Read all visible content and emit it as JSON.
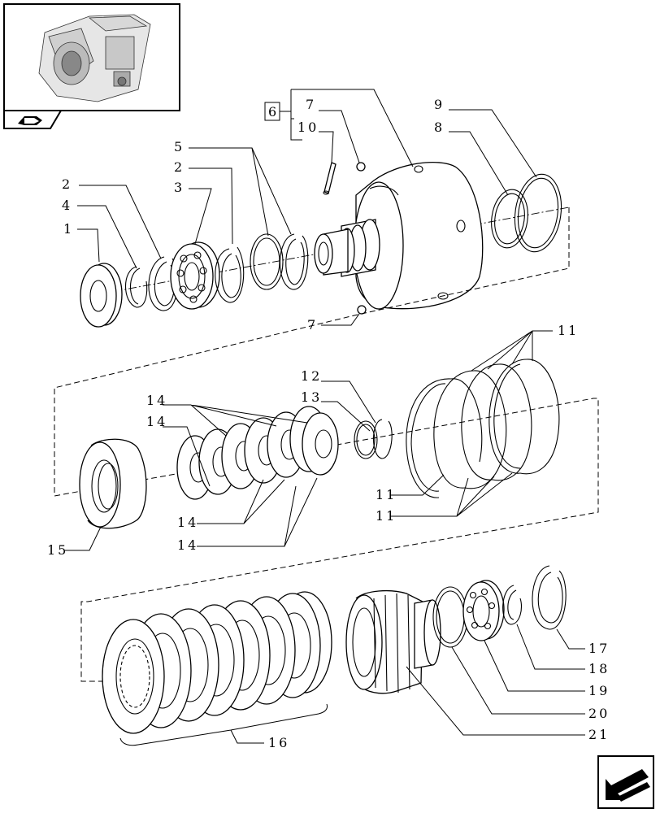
{
  "callouts": {
    "c1": "1",
    "c2a": "2",
    "c2b": "2",
    "c3": "3",
    "c4": "4",
    "c5": "5",
    "c6": "6",
    "c7a": "7",
    "c7b": "7",
    "c8": "8",
    "c9": "9",
    "c10": "10",
    "c11a": "11",
    "c11b": "11",
    "c11c": "11",
    "c12": "12",
    "c13": "13",
    "c14a": "14",
    "c14b": "14",
    "c14c": "14",
    "c14d": "14",
    "c15": "15",
    "c16": "16",
    "c17": "17",
    "c18": "18",
    "c19": "19",
    "c20": "20",
    "c21": "21"
  },
  "icons": {
    "thumbnail": "transmission-housing-thumbnail",
    "tab": "book-tab-icon",
    "nav": "next-page-arrow-icon"
  }
}
